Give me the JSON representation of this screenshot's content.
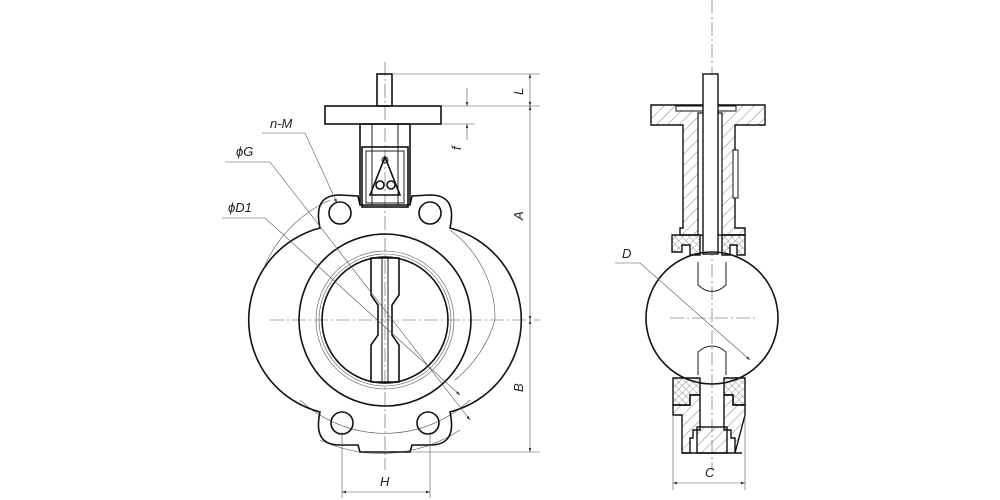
{
  "title": "Butterfly valve dimensional drawing",
  "front_view": {
    "labels": {
      "bolts": "n-M",
      "flange_bolt_circle": "ϕG",
      "bolt_circle": "ϕD1",
      "stem_length": "L",
      "flange_thickness": "f",
      "top_height": "A",
      "bottom_height": "B",
      "boss_width": "H"
    }
  },
  "side_view": {
    "labels": {
      "disc_diameter": "D",
      "body_width": "C"
    }
  },
  "colors": {
    "line": "#111111",
    "thin": "#555555",
    "background": "#ffffff"
  }
}
